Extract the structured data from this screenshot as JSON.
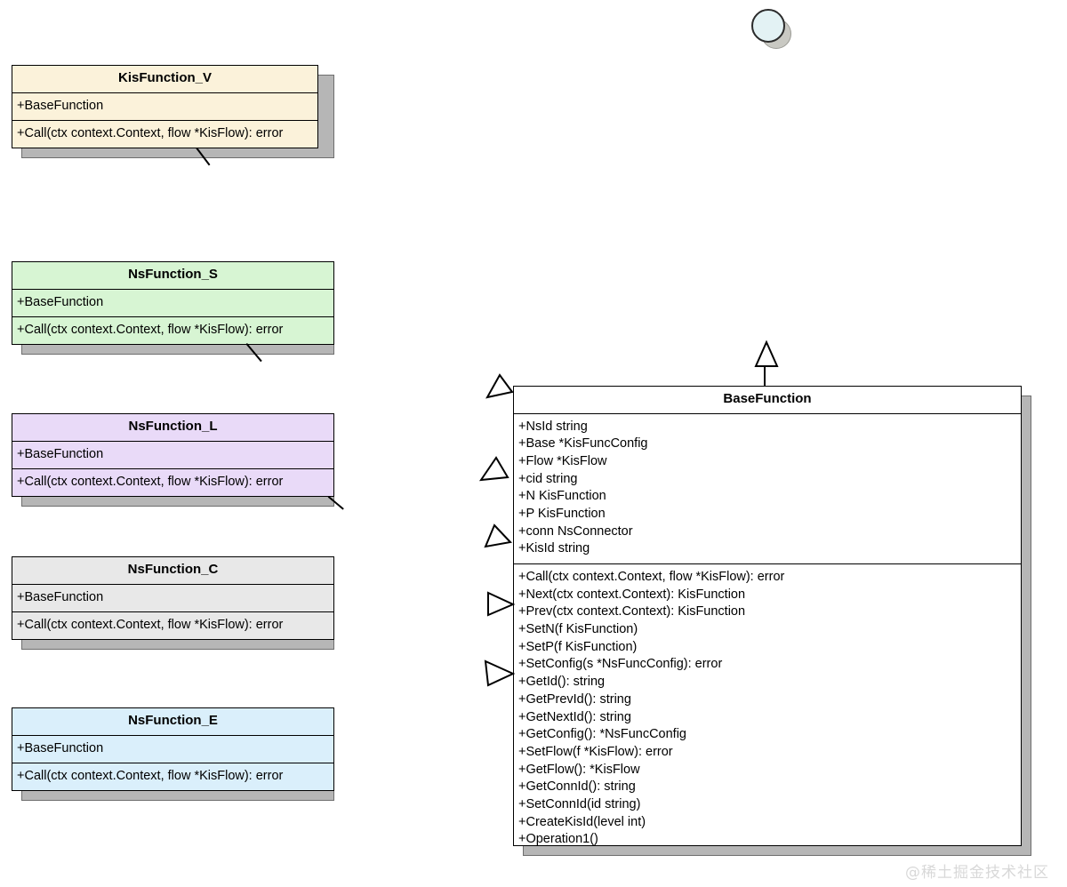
{
  "diagram": {
    "title": "BaseFunction UML class diagram",
    "watermark": "@稀土掘金技术社区",
    "sphere_icon": "sphere-icon"
  },
  "palette": {
    "cream": "#fbf2da",
    "green": "#d7f5d3",
    "lavender": "#e9daf8",
    "gray": "#e8e8e8",
    "lightblue": "#daeffb",
    "white": "#ffffff",
    "border": "#000000",
    "shadow": "#b6b6b6",
    "watermark_color": "#d8d8d8"
  },
  "classes": [
    {
      "id": "kisfunction-v",
      "name": "KisFunction_V",
      "fill": "#fbf2da",
      "attributes": [
        "+BaseFunction"
      ],
      "methods": [
        "+Call(ctx context.Context, flow *KisFlow): error"
      ]
    },
    {
      "id": "nsfunction-s",
      "name": "NsFunction_S",
      "fill": "#d7f5d3",
      "attributes": [
        "+BaseFunction"
      ],
      "methods": [
        "+Call(ctx context.Context, flow *KisFlow): error"
      ]
    },
    {
      "id": "nsfunction-l",
      "name": "NsFunction_L",
      "fill": "#e9daf8",
      "attributes": [
        "+BaseFunction"
      ],
      "methods": [
        "+Call(ctx context.Context, flow *KisFlow): error"
      ]
    },
    {
      "id": "nsfunction-c",
      "name": "NsFunction_C",
      "fill": "#e8e8e8",
      "attributes": [
        "+BaseFunction"
      ],
      "methods": [
        "+Call(ctx context.Context, flow *KisFlow): error"
      ]
    },
    {
      "id": "nsfunction-e",
      "name": "NsFunction_E",
      "fill": "#daeffb",
      "attributes": [
        "+BaseFunction"
      ],
      "methods": [
        "+Call(ctx context.Context, flow *KisFlow): error"
      ]
    }
  ],
  "base_class": {
    "id": "basefunction",
    "name": "BaseFunction",
    "fill": "#ffffff",
    "attributes": [
      "+NsId string",
      "+Base *KisFuncConfig",
      "+Flow *KisFlow",
      "+cid string",
      "+N KisFunction",
      "+P KisFunction",
      "+conn NsConnector",
      "+KisId string"
    ],
    "methods": [
      "+Call(ctx context.Context, flow *KisFlow): error",
      "+Next(ctx context.Context): KisFunction",
      "+Prev(ctx context.Context): KisFunction",
      "+SetN(f KisFunction)",
      "+SetP(f KisFunction)",
      "+SetConfig(s *NsFuncConfig): error",
      "+GetId(): string",
      "+GetPrevId(): string",
      "+GetNextId(): string",
      "+GetConfig(): *NsFuncConfig",
      "+SetFlow(f *KisFlow): error",
      "+GetFlow(): *KisFlow",
      "+GetConnId(): string",
      "+SetConnId(id string)",
      "+CreateKisId(level int)",
      "+Operation1()"
    ]
  },
  "arrows": [
    {
      "id": "arrow-top",
      "kind": "inheritance-triangle",
      "direction": "up"
    },
    {
      "id": "arrow-left-1",
      "kind": "inheritance-triangle",
      "direction": "up-right"
    },
    {
      "id": "arrow-left-2",
      "kind": "inheritance-triangle",
      "direction": "up-right"
    },
    {
      "id": "arrow-left-3",
      "kind": "inheritance-triangle",
      "direction": "up-right"
    },
    {
      "id": "arrow-left-4",
      "kind": "inheritance-triangle",
      "direction": "right"
    },
    {
      "id": "arrow-left-5",
      "kind": "inheritance-triangle",
      "direction": "right"
    }
  ]
}
